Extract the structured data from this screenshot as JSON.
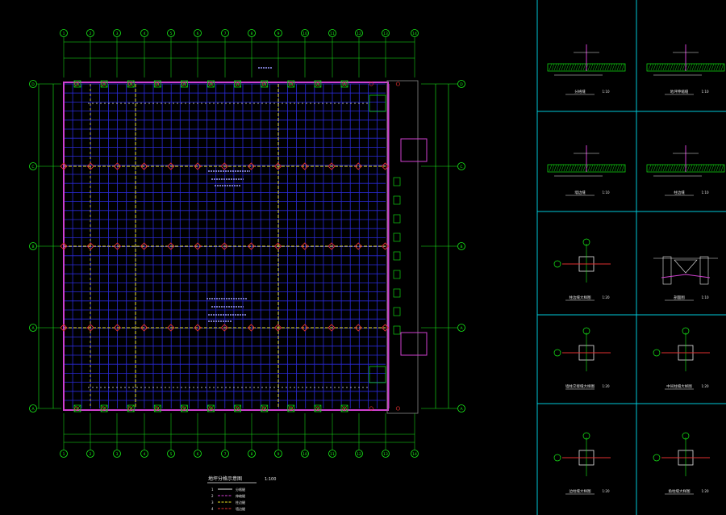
{
  "colors": {
    "background": "#000000",
    "frame": "#00c8d8",
    "dim_line": "#18f018",
    "grid_blue": "#2a2ad8",
    "wall": "#d040d0",
    "axis_yellow": "#e8e020",
    "column_red": "#e03030",
    "white": "#e8e8e8",
    "hatch": "#10d010"
  },
  "plan": {
    "column_axes": [
      "1",
      "2",
      "3",
      "4",
      "5",
      "6",
      "7",
      "8",
      "9",
      "10",
      "11",
      "12",
      "13",
      "14"
    ],
    "row_axes": [
      "D",
      "C",
      "B",
      "A",
      "A"
    ],
    "title": "地坪分格示意图",
    "scale": "1:100",
    "legend_items": [
      {
        "mark": "1",
        "label": "分格缝"
      },
      {
        "mark": "2",
        "label": "伸缩缝"
      },
      {
        "mark": "3",
        "label": "柱边缝"
      },
      {
        "mark": "4",
        "label": "墙边缝"
      }
    ]
  },
  "details": [
    {
      "title": "分格缝",
      "scale": "1:10"
    },
    {
      "title": "地坪伸缩缝",
      "scale": "1:10"
    },
    {
      "title": "墙边缝",
      "scale": "1:10"
    },
    {
      "title": "柱边缝",
      "scale": "1:10"
    },
    {
      "title": "柱边缝大样图",
      "scale": "1:20"
    },
    {
      "title": "剖面图",
      "scale": "1:10"
    },
    {
      "title": "墙柱交接缝大样图",
      "scale": "1:20"
    },
    {
      "title": "中间柱缝大样图",
      "scale": "1:20"
    },
    {
      "title": "边柱缝大样图",
      "scale": "1:20"
    },
    {
      "title": "角柱缝大样图",
      "scale": "1:20"
    }
  ]
}
